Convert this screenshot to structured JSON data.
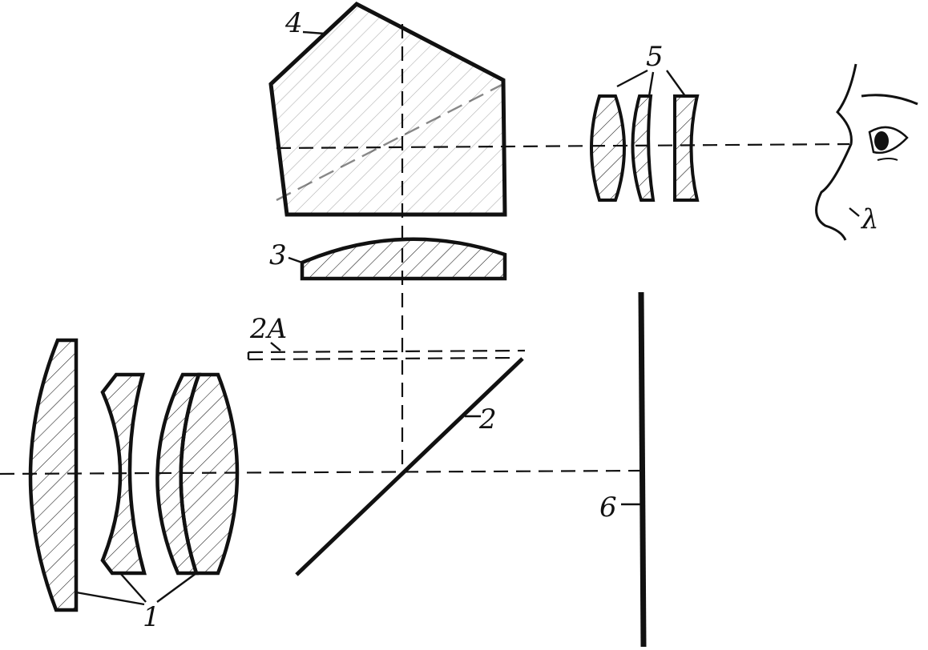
{
  "labels": {
    "objective_lens": "1",
    "mirror": "2",
    "mirror_raised": "2A",
    "condenser": "3",
    "pentaprism": "4",
    "eyepiece": "5",
    "film": "6",
    "eye_symbol": "λ"
  },
  "colors": {
    "ink": "#111111",
    "paper": "#ffffff"
  }
}
